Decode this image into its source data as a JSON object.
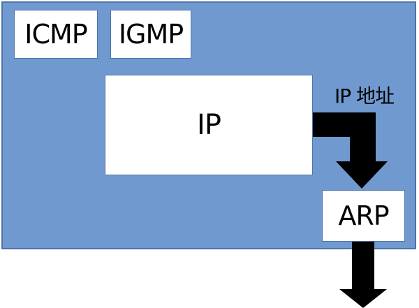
{
  "diagram": {
    "boxes": {
      "icmp": "ICMP",
      "igmp": "IGMP",
      "ip": "IP",
      "arp": "ARP"
    },
    "annotations": {
      "ip_address": "IP 地址"
    },
    "edges": [
      {
        "from": "IP",
        "to": "ARP",
        "label": "IP 地址"
      },
      {
        "from": "ARP",
        "to": "down"
      }
    ],
    "colors": {
      "panel_fill": "#7099cf",
      "panel_border": "#4d74aa",
      "box_fill": "#ffffff",
      "arrow": "#000000"
    }
  }
}
